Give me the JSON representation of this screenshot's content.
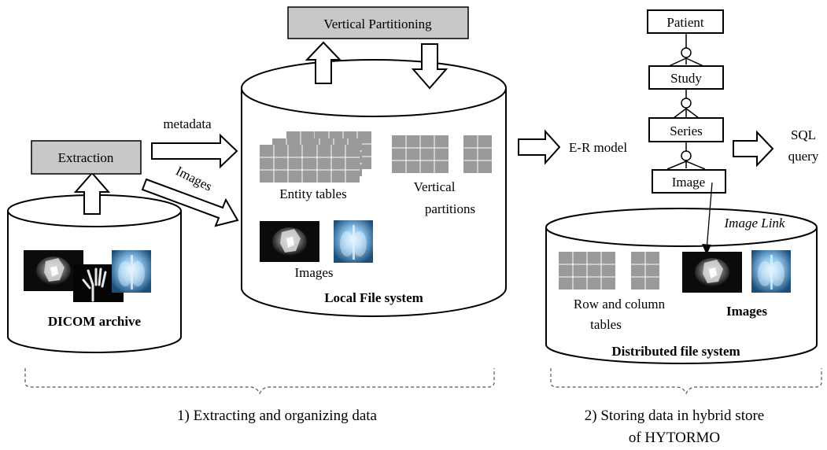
{
  "boxes": {
    "extraction": "Extraction",
    "vertical_partitioning": "Vertical Partitioning"
  },
  "labels": {
    "metadata": "metadata",
    "images_arrow": "Images",
    "entity_tables": "Entity tables",
    "vertical_partitions_line1": "Vertical",
    "vertical_partitions_line2": "partitions",
    "local_images": "Images",
    "er_model": "E-R model",
    "sql_line1": "SQL",
    "sql_line2": "query",
    "image_link": "Image Link",
    "row_col_line1": "Row and column",
    "row_col_line2": "tables",
    "dist_images": "Images"
  },
  "storage": {
    "dicom": "DICOM archive",
    "local": "Local File system",
    "distributed": "Distributed file system"
  },
  "er_entities": [
    "Patient",
    "Study",
    "Series",
    "Image"
  ],
  "captions": {
    "step1": "1) Extracting and organizing data",
    "step2_line1": "2) Storing data in hybrid store",
    "step2_line2": "of HYTORMO"
  }
}
